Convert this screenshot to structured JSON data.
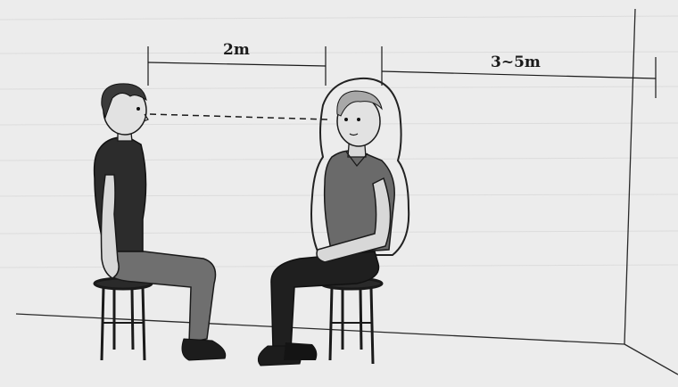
{
  "diagram": {
    "measurements": [
      {
        "id": "near",
        "label": "2m"
      },
      {
        "id": "far",
        "label": "3~5m"
      }
    ],
    "figures": [
      {
        "id": "observer",
        "role": "seated person looking right"
      },
      {
        "id": "subject",
        "role": "seated person facing left with aura outline"
      }
    ],
    "colors": {
      "background": "#ececec",
      "ink": "#1a1a1a",
      "shirt": "#2e2e2e",
      "pants": "#6a6a6a",
      "aura": "#222222"
    }
  }
}
